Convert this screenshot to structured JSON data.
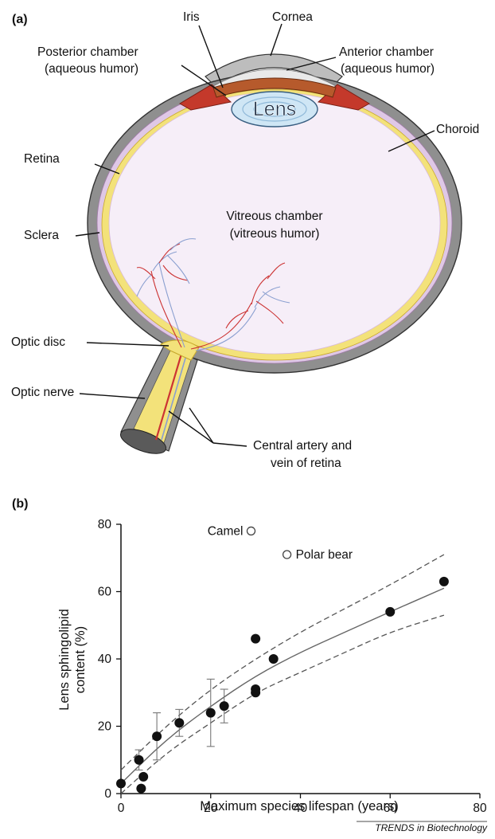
{
  "panel_a": {
    "tag": "(a)",
    "labels": {
      "iris": "Iris",
      "cornea": "Cornea",
      "posterior_l1": "Posterior chamber",
      "posterior_l2": "(aqueous humor)",
      "anterior_l1": "Anterior chamber",
      "anterior_l2": "(aqueous humor)",
      "lens": "Lens",
      "choroid": "Choroid",
      "retina": "Retina",
      "sclera": "Sclera",
      "vitreous_l1": "Vitreous chamber",
      "vitreous_l2": "(vitreous humor)",
      "optic_disc": "Optic disc",
      "optic_nerve": "Optic nerve",
      "artery_l1": "Central artery and",
      "artery_l2": "vein of retina"
    },
    "colors": {
      "sclera": "#8f8f8f",
      "choroid": "#dfc8e6",
      "retina": "#f3e27a",
      "vitreous": "#f6eef8",
      "iris": "#b65a2c",
      "ciliary": "#c4392b",
      "lens": "#cfe6f5",
      "vessel_red": "#cc3333",
      "vessel_blue": "#8a9fd0"
    }
  },
  "panel_b": {
    "tag": "(b)",
    "credit": "TRENDS in Biotechnology"
  },
  "chart_data": {
    "type": "scatter",
    "xlabel": "Maximum species lifespan (years)",
    "ylabel_l1": "Lens sphingolipid",
    "ylabel_l2": "content (%)",
    "xlim": [
      0,
      80
    ],
    "ylim": [
      0,
      80
    ],
    "xticks": [
      0,
      20,
      40,
      60,
      80
    ],
    "yticks": [
      0,
      20,
      40,
      60,
      80
    ],
    "grid": false,
    "series_filled": [
      {
        "x": 0,
        "y": 3
      },
      {
        "x": 4,
        "y": 10,
        "err": 3
      },
      {
        "x": 4.5,
        "y": 1.5
      },
      {
        "x": 5,
        "y": 5
      },
      {
        "x": 8,
        "y": 17,
        "err": 7
      },
      {
        "x": 13,
        "y": 21,
        "err": 4
      },
      {
        "x": 20,
        "y": 24,
        "err": 10
      },
      {
        "x": 23,
        "y": 26,
        "err": 5
      },
      {
        "x": 30,
        "y": 46
      },
      {
        "x": 30,
        "y": 31
      },
      {
        "x": 30,
        "y": 30
      },
      {
        "x": 34,
        "y": 40
      },
      {
        "x": 60,
        "y": 54
      },
      {
        "x": 72,
        "y": 63
      }
    ],
    "outliers": [
      {
        "x": 29,
        "y": 78,
        "label": "Camel"
      },
      {
        "x": 37,
        "y": 71,
        "label": "Polar bear"
      }
    ],
    "fit": [
      [
        0,
        3
      ],
      [
        10,
        16
      ],
      [
        20,
        26
      ],
      [
        30,
        35
      ],
      [
        40,
        42
      ],
      [
        50,
        48
      ],
      [
        60,
        54
      ],
      [
        72,
        61
      ]
    ],
    "ci_upper": [
      [
        0,
        7
      ],
      [
        10,
        20
      ],
      [
        20,
        31
      ],
      [
        30,
        40
      ],
      [
        40,
        48
      ],
      [
        50,
        55
      ],
      [
        60,
        62
      ],
      [
        72,
        71
      ]
    ],
    "ci_lower": [
      [
        0,
        0
      ],
      [
        10,
        12
      ],
      [
        20,
        21
      ],
      [
        30,
        30
      ],
      [
        40,
        36
      ],
      [
        50,
        42
      ],
      [
        60,
        48
      ],
      [
        72,
        53
      ]
    ]
  }
}
